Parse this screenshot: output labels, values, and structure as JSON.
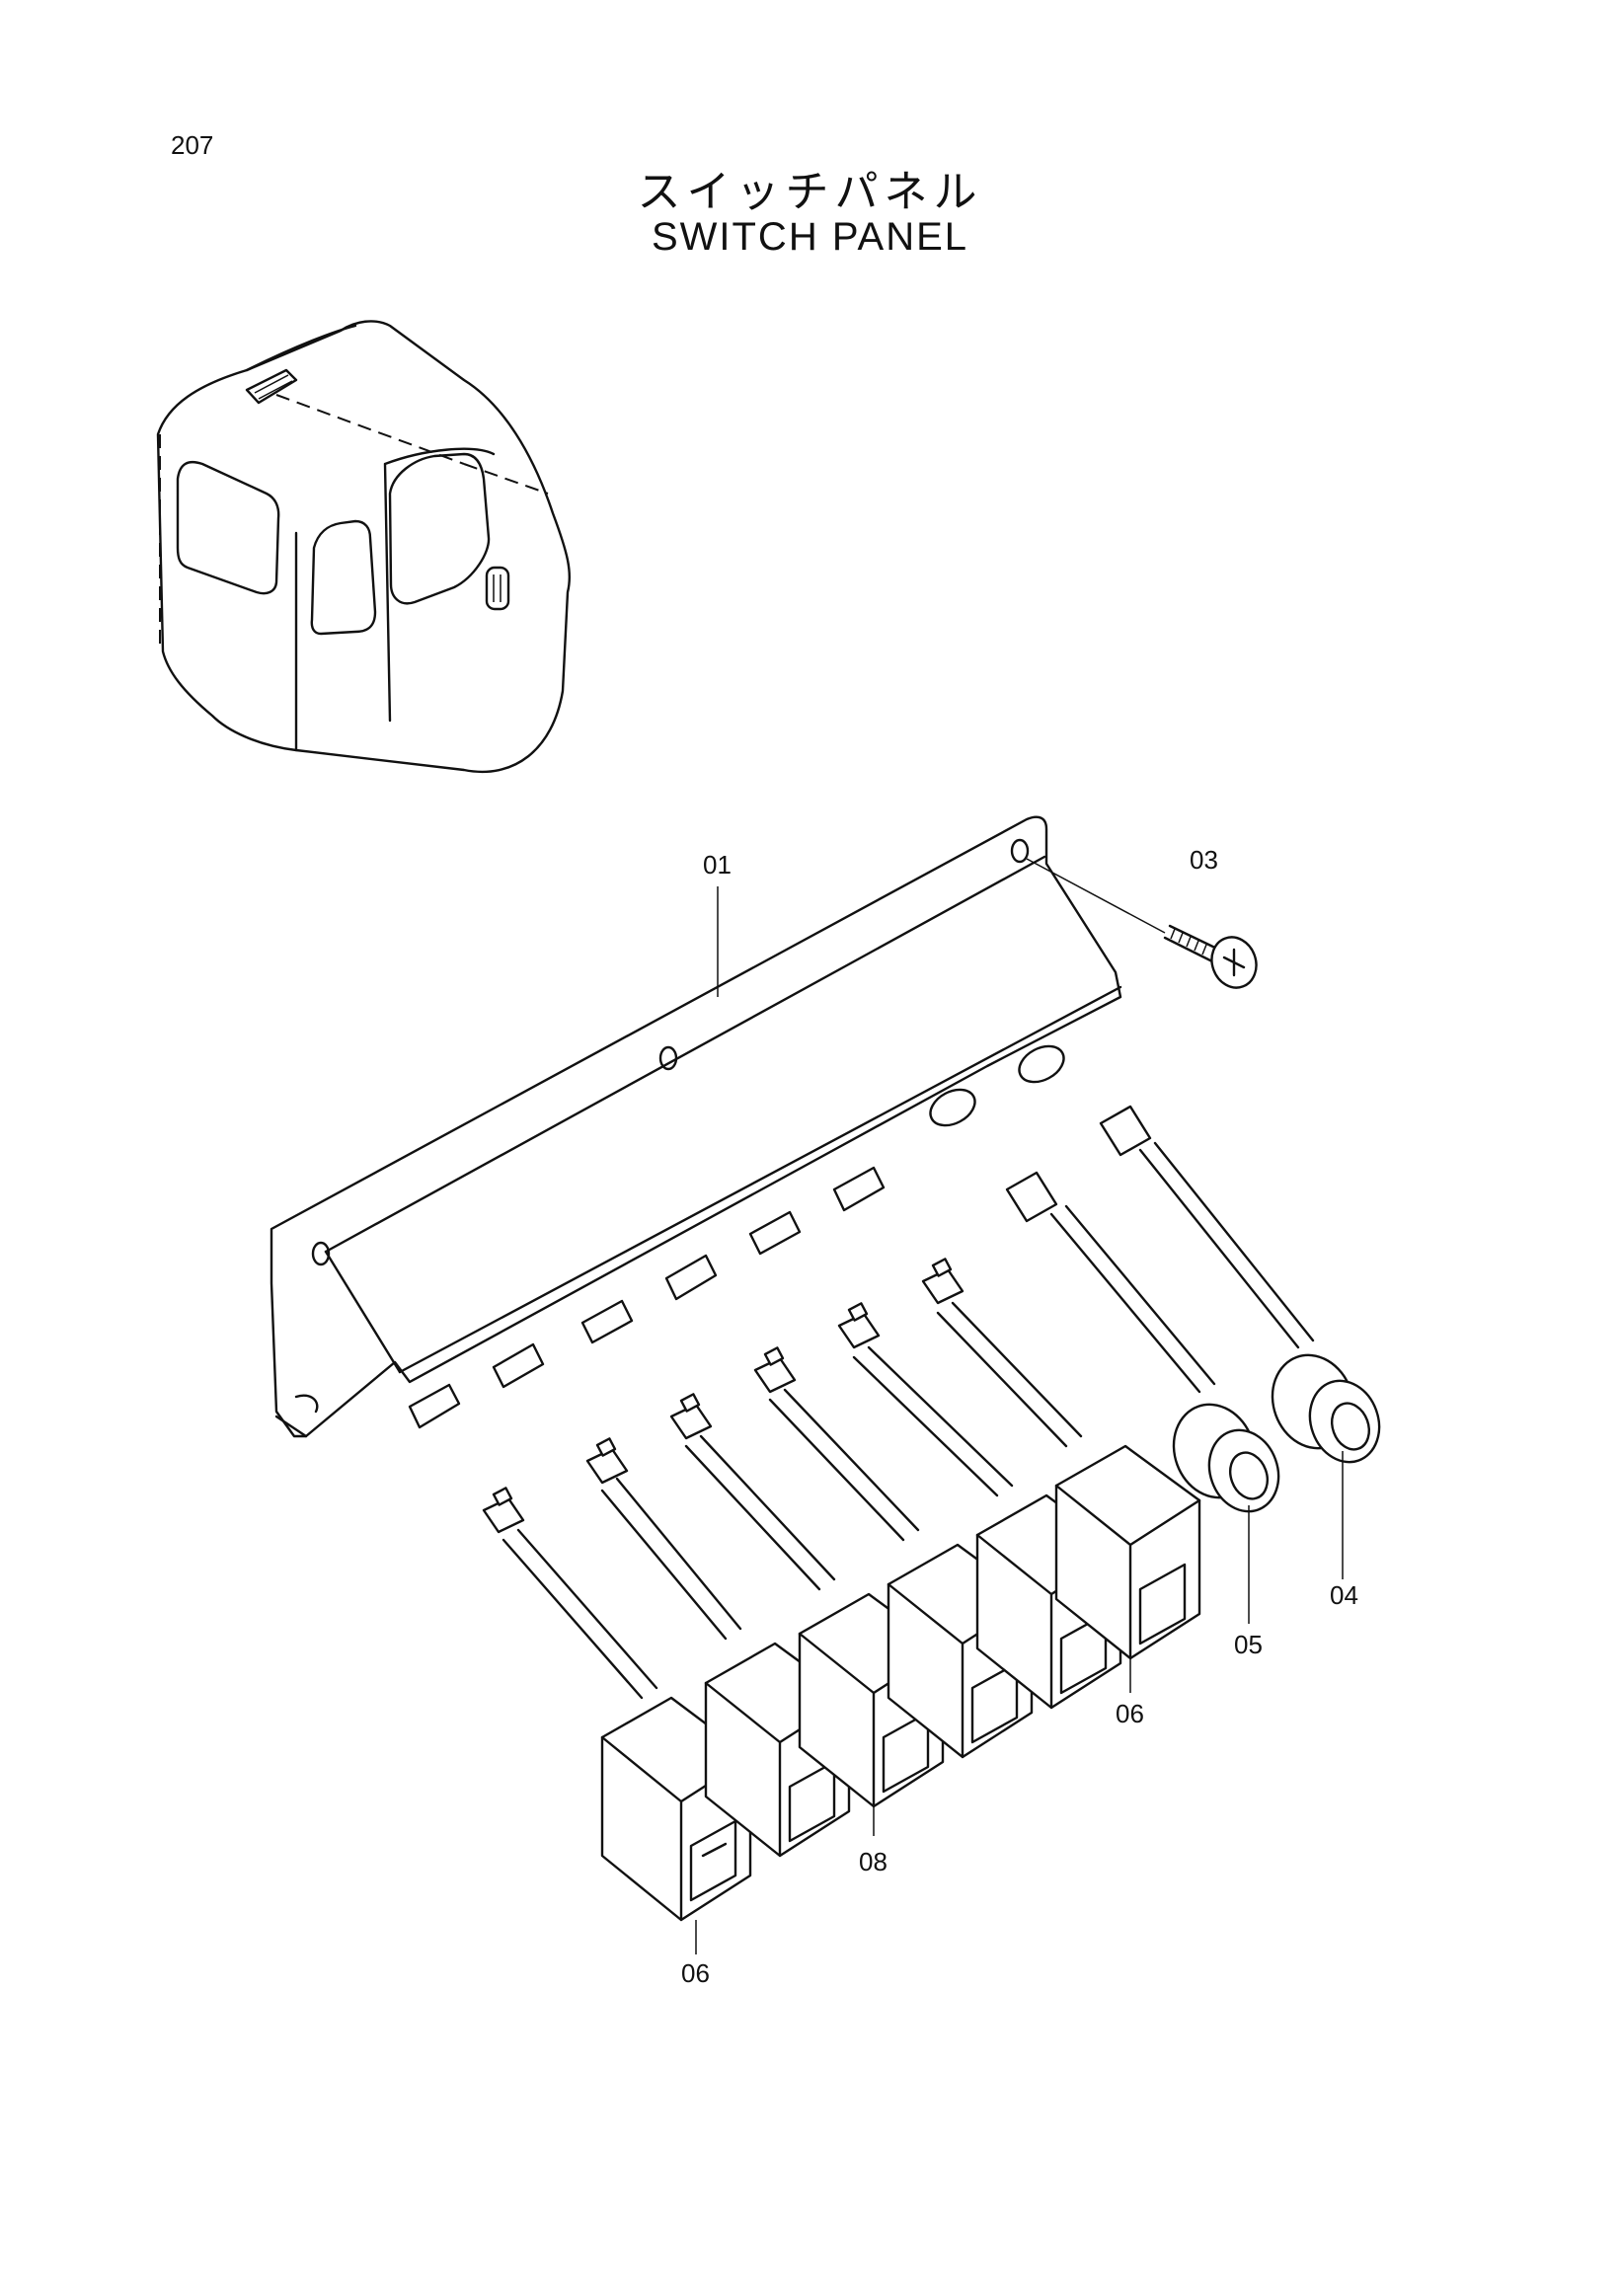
{
  "page": {
    "number": "207"
  },
  "title": {
    "japanese": "スイッチパネル",
    "english": "SWITCH  PANEL"
  },
  "callouts": {
    "c01": "01",
    "c03": "03",
    "c04": "04",
    "c05": "05",
    "c06a": "06",
    "c06b": "06",
    "c08": "08"
  }
}
